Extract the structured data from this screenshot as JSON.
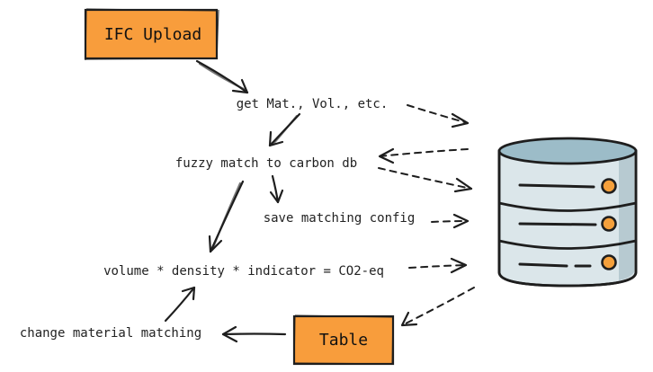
{
  "diagram": {
    "boxes": {
      "ifc_upload": "IFC Upload",
      "table": "Table"
    },
    "steps": {
      "get_mat": "get Mat., Vol., etc.",
      "fuzzy_match": "fuzzy match to carbon db",
      "save_config": "save matching config",
      "formula": "volume * density * indicator = CO2-eq",
      "change_matching": "change material matching"
    },
    "icons": {
      "database": "database-icon"
    },
    "colors": {
      "box_fill": "#f89d3c",
      "db_fill": "#dbe6ea",
      "db_top": "#9cbcc8",
      "db_shadow": "#b7cad1",
      "db_dot": "#f5a03b",
      "stroke": "#1e1e1e"
    }
  }
}
